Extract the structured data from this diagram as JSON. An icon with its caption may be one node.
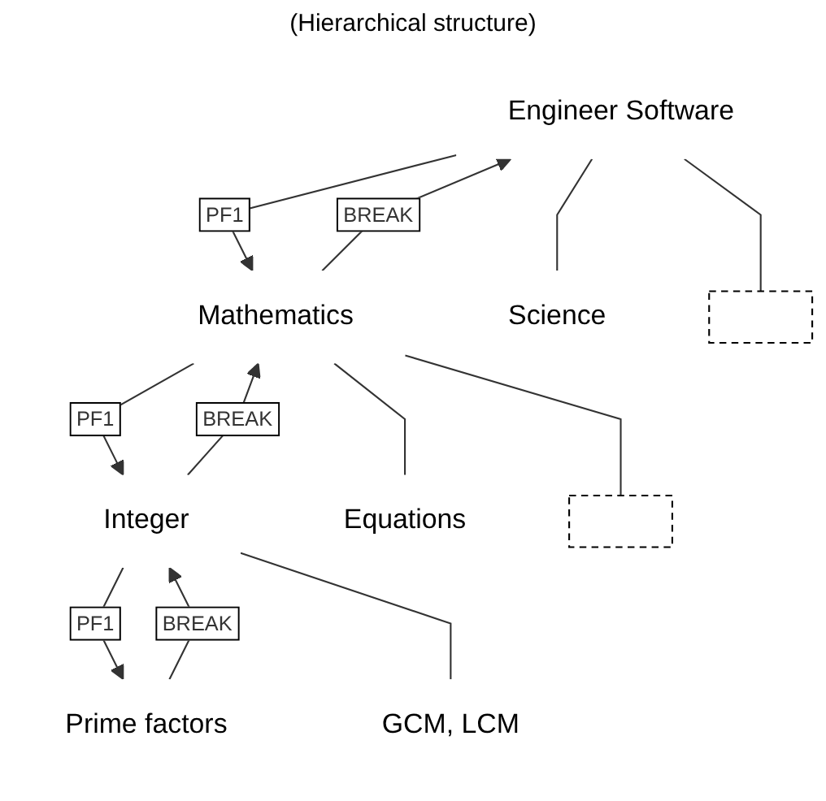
{
  "diagram": {
    "title": "(Hierarchical structure)",
    "nodes": [
      {
        "text": [
          "Engineer Software"
        ]
      },
      {
        "text": [
          "Mathematics"
        ]
      },
      {
        "text": [
          "Science"
        ]
      },
      {
        "text": [],
        "shape": "line"
      },
      {
        "text": [
          "Integer"
        ]
      },
      {
        "text": [
          "Equations"
        ]
      },
      {
        "text": [],
        "shape": "line"
      },
      {
        "text": [
          "Prime factors"
        ]
      },
      {
        "text": [
          "GCM, LCM"
        ]
      }
    ],
    "edges": [
      {
        "from": 0,
        "to": 1,
        "arrow": "to",
        "label": "PF1"
      },
      {
        "from": 1,
        "to": 0,
        "arrow": "to",
        "label": "BREAK"
      },
      {
        "from": 0,
        "to": 2,
        "arrow": "none"
      },
      {
        "from": 0,
        "to": 3,
        "arrow": "none"
      },
      {
        "from": 1,
        "to": 4,
        "arrow": "to",
        "label": "PF1"
      },
      {
        "from": 4,
        "to": 1,
        "arrow": "to",
        "label": "BREAK"
      },
      {
        "from": 1,
        "to": 5,
        "arrow": "none"
      },
      {
        "from": 1,
        "to": 6,
        "arrow": "none"
      },
      {
        "from": 4,
        "to": 7,
        "arrow": "to",
        "label": "PF1"
      },
      {
        "from": 7,
        "to": 4,
        "arrow": "to",
        "label": "BREAK"
      },
      {
        "from": 4,
        "to": 8,
        "arrow": "none"
      }
    ]
  }
}
